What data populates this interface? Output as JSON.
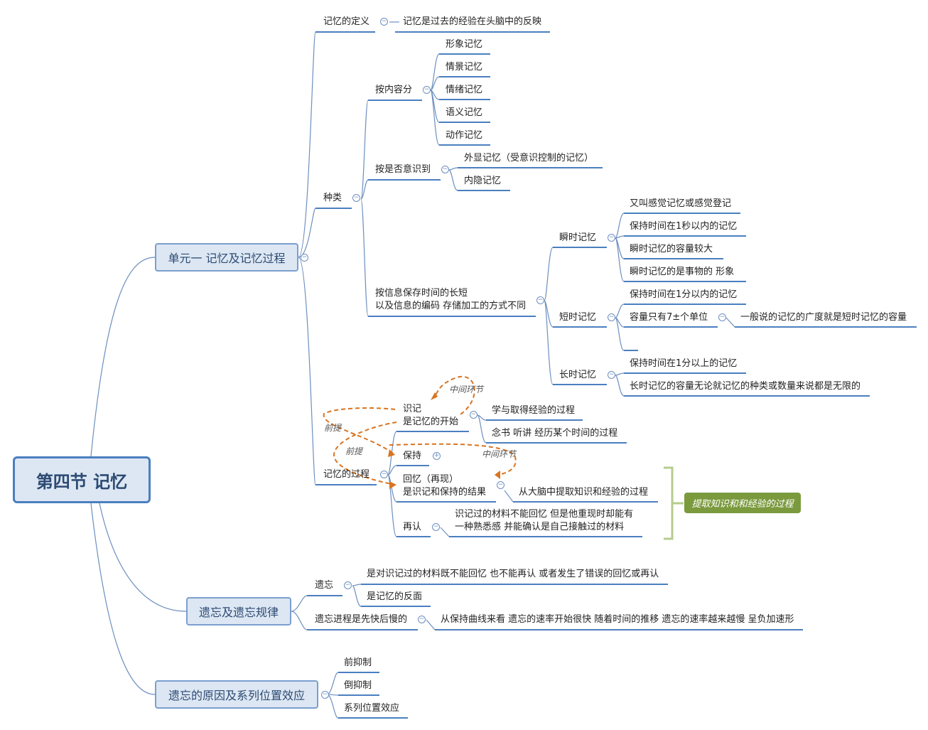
{
  "root": "第四节 记忆",
  "branches": {
    "unit1": {
      "label": "单元一 记忆及记忆过程",
      "definition": {
        "label": "记忆的定义",
        "child": "记忆是过去的经验在头脑中的反映"
      },
      "types": {
        "label": "种类",
        "by_content": {
          "label": "按内容分",
          "children": [
            "形象记忆",
            "情景记忆",
            "情绪记忆",
            "语义记忆",
            "动作记忆"
          ]
        },
        "by_awareness": {
          "label": "按是否意识到",
          "children": [
            "外显记忆（受意识控制的记忆）",
            "内隐记忆"
          ]
        },
        "by_time": {
          "label_line1": "按信息保存时间的长短",
          "label_line2": "以及信息的编码 存储加工的方式不同",
          "sensory": {
            "label": "瞬时记忆",
            "children": [
              "又叫感觉记忆或感觉登记",
              "保持时间在1秒以内的记忆",
              "瞬时记忆的容量较大",
              "瞬时记忆的是事物的 形象"
            ]
          },
          "short": {
            "label": "短时记忆",
            "children": [
              "保持时间在1分以内的记忆",
              "容量只有7±个单位",
              ""
            ],
            "capacity_note": "一般说的记忆的广度就是短时记忆的容量"
          },
          "long": {
            "label": "长时记忆",
            "children": [
              "保持时间在1分以上的记忆",
              "长时记忆的容量无论就记忆的种类或数量来说都是无限的"
            ]
          }
        }
      },
      "process": {
        "label": "记忆的过程",
        "encoding": {
          "line1": "识记",
          "line2": "是记忆的开始",
          "children": [
            "学与取得经验的过程",
            "念书 听讲 经历某个时间的过程"
          ]
        },
        "retention": {
          "label": "保持"
        },
        "recall": {
          "line1": "回忆（再现）",
          "line2": "是识记和保持的结果",
          "child": "从大脑中提取知识和经验的过程"
        },
        "recognition": {
          "label": "再认",
          "child_line1": "识记过的材料不能回忆 但是他重现时却能有",
          "child_line2": "一种熟悉感 并能确认是自己接触过的材料"
        },
        "summary": "提取知识和和经验的过程",
        "annotations": {
          "mid1": "中间环节",
          "mid2": "中间环节",
          "pre1": "前提",
          "pre2": "前提"
        }
      }
    },
    "forgetting": {
      "label": "遗忘及遗忘规律",
      "def": {
        "label": "遗忘",
        "children": [
          "是对识记过的材料既不能回忆 也不能再认 或者发生了错误的回忆或再认",
          "是记忆的反面"
        ]
      },
      "progress": {
        "label": "遗忘进程是先快后慢的",
        "child": "从保持曲线来看 遗忘的速率开始很快 随着时间的推移 遗忘的速率越来越慢 呈负加速形"
      }
    },
    "causes": {
      "label": "遗忘的原因及系列位置效应",
      "children": [
        "前抑制",
        "倒抑制",
        "系列位置效应"
      ]
    }
  },
  "colors": {
    "branch_line": "#6d8fbf",
    "underline": "#4a7fc0",
    "annotation_arrow": "#d9741f",
    "summary_bg": "#7a9a3d",
    "summary_bracket": "#b5cc8e"
  }
}
